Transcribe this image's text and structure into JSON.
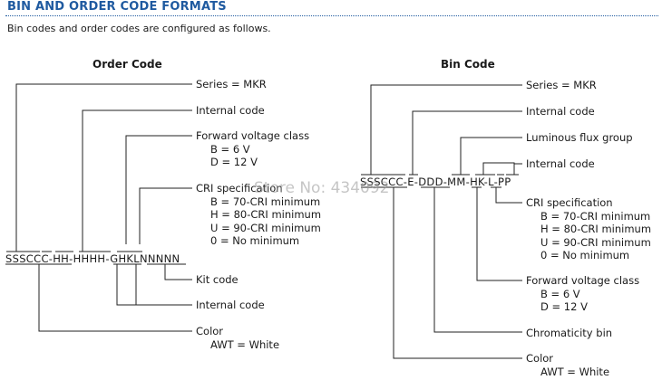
{
  "heading": "BIN AND ORDER CODE FORMATS",
  "intro": "Bin codes and order codes are configured as follows.",
  "watermark": "Store No: 434092",
  "order_code": {
    "title": "Order Code",
    "code": "SSSCCC-HH-HHHH-GHKLNNNNN",
    "labels": {
      "series": "Series = MKR",
      "internal_top": "Internal code",
      "fv_class": "Forward voltage class",
      "fv_b": "B = 6 V",
      "fv_d": "D = 12 V",
      "cri": "CRI specification",
      "cri_b": "B = 70-CRI minimum",
      "cri_h": "H = 80-CRI minimum",
      "cri_u": "U = 90-CRI minimum",
      "cri_0": "0 = No minimum",
      "kit": "Kit code",
      "internal_bottom": "Internal code",
      "color": "Color",
      "color_awt": "AWT = White"
    }
  },
  "bin_code": {
    "title": "Bin Code",
    "code": "SSSCCC-E-DDD-MM-HK-L-PP",
    "labels": {
      "series": "Series = MKR",
      "internal_top": "Internal code",
      "flux": "Luminous flux group",
      "internal_mid": "Internal code",
      "cri": "CRI specification",
      "cri_b": "B = 70-CRI minimum",
      "cri_h": "H = 80-CRI minimum",
      "cri_u": "U = 90-CRI minimum",
      "cri_0": "0 = No minimum",
      "fv_class": "Forward voltage class",
      "fv_b": "B = 6 V",
      "fv_d": "D = 12 V",
      "chroma": "Chromaticity bin",
      "color": "Color",
      "color_awt": "AWT = White"
    }
  }
}
